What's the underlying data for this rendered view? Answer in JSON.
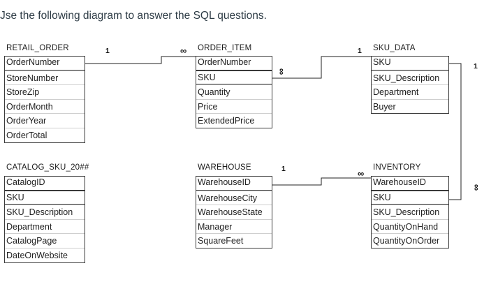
{
  "prompt": "Jse the following diagram to answer the SQL questions.",
  "tables": {
    "retail_order": {
      "name": "RETAIL_ORDER",
      "fields": [
        "OrderNumber",
        "StoreNumber",
        "StoreZip",
        "OrderMonth",
        "OrderYear",
        "OrderTotal"
      ]
    },
    "order_item": {
      "name": "ORDER_ITEM",
      "fields": [
        "OrderNumber",
        "SKU",
        "Quantity",
        "Price",
        "ExtendedPrice"
      ]
    },
    "sku_data": {
      "name": "SKU_DATA",
      "fields": [
        "SKU",
        "SKU_Description",
        "Department",
        "Buyer"
      ]
    },
    "catalog_sku": {
      "name": "CATALOG_SKU_20##",
      "fields": [
        "CatalogID",
        "SKU",
        "SKU_Description",
        "Department",
        "CatalogPage",
        "DateOnWebsite"
      ]
    },
    "warehouse": {
      "name": "WAREHOUSE",
      "fields": [
        "WarehouseID",
        "WarehouseCity",
        "WarehouseState",
        "Manager",
        "SquareFeet"
      ]
    },
    "inventory": {
      "name": "INVENTORY",
      "fields": [
        "WarehouseID",
        "SKU",
        "SKU_Description",
        "QuantityOnHand",
        "QuantityOnOrder"
      ]
    }
  },
  "cardinalities": {
    "one": "1",
    "many": "∞"
  }
}
